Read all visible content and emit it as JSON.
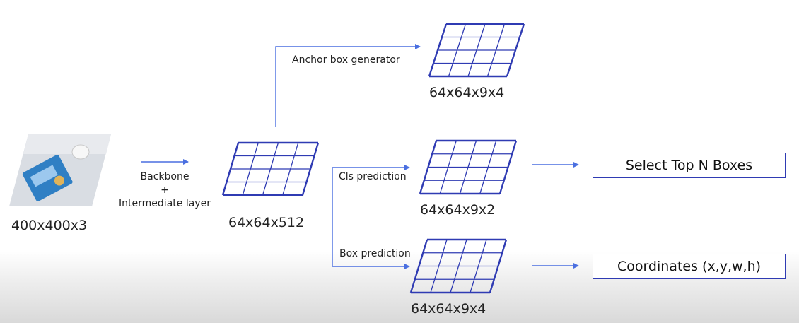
{
  "input": {
    "image_label": "400x400x3",
    "photo_subject": "product-photo"
  },
  "edges": {
    "backbone_line1": "Backbone",
    "backbone_line2": "+",
    "backbone_line3": "Intermediate layer",
    "anchor": "Anchor box generator",
    "cls": "Cls prediction",
    "box": "Box prediction"
  },
  "maps": {
    "feature": "64x64x512",
    "anchor": "64x64x9x4",
    "cls": "64x64x9x2",
    "box": "64x64x9x4"
  },
  "outputs": {
    "select": "Select Top N Boxes",
    "coords": "Coordinates (x,y,w,h)"
  },
  "colors": {
    "grid": "#2f3bb3",
    "arrow": "#4a6fe0",
    "box_border": "#2f3bb3"
  }
}
